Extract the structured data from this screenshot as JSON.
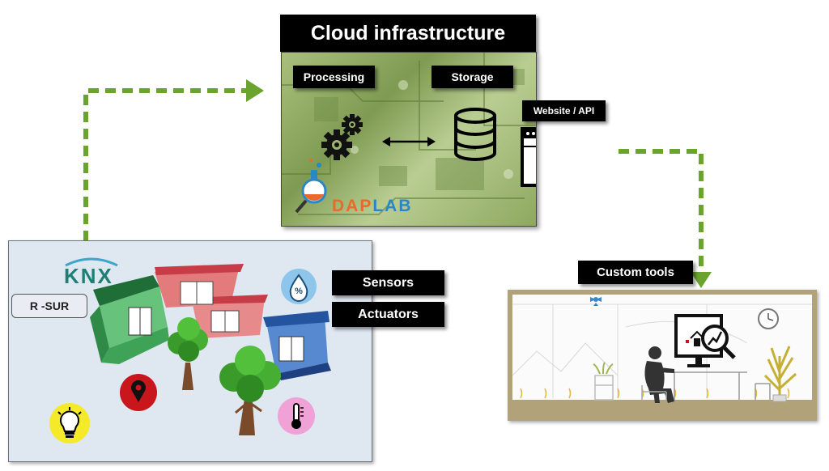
{
  "cloud": {
    "title": "Cloud infrastructure",
    "processing_label": "Processing",
    "storage_label": "Storage",
    "website_label": "Website / API",
    "logo_text": "DAPLAB",
    "logo_colors": [
      "#e96a2a",
      "#2b86c6"
    ]
  },
  "home": {
    "knx_label": "KNX",
    "rsur_label": "R -SUR",
    "sensors_label": "Sensors",
    "actuators_label": "Actuators",
    "humidity_symbol": "%"
  },
  "office": {
    "custom_tools_label": "Custom tools"
  },
  "icons": [
    "gears-icon",
    "database-icon",
    "browser-cursor-icon",
    "flask-magnifier-icon",
    "lightbulb-icon",
    "location-pin-icon",
    "water-drop-icon",
    "thermometer-icon",
    "clock-icon",
    "monitor-chart-icon"
  ],
  "colors": {
    "arrow_green": "#6aa32e",
    "cloud_green": "#8ea860",
    "home_bg": "#dfe7f1",
    "office_frame": "#b2a27a"
  }
}
